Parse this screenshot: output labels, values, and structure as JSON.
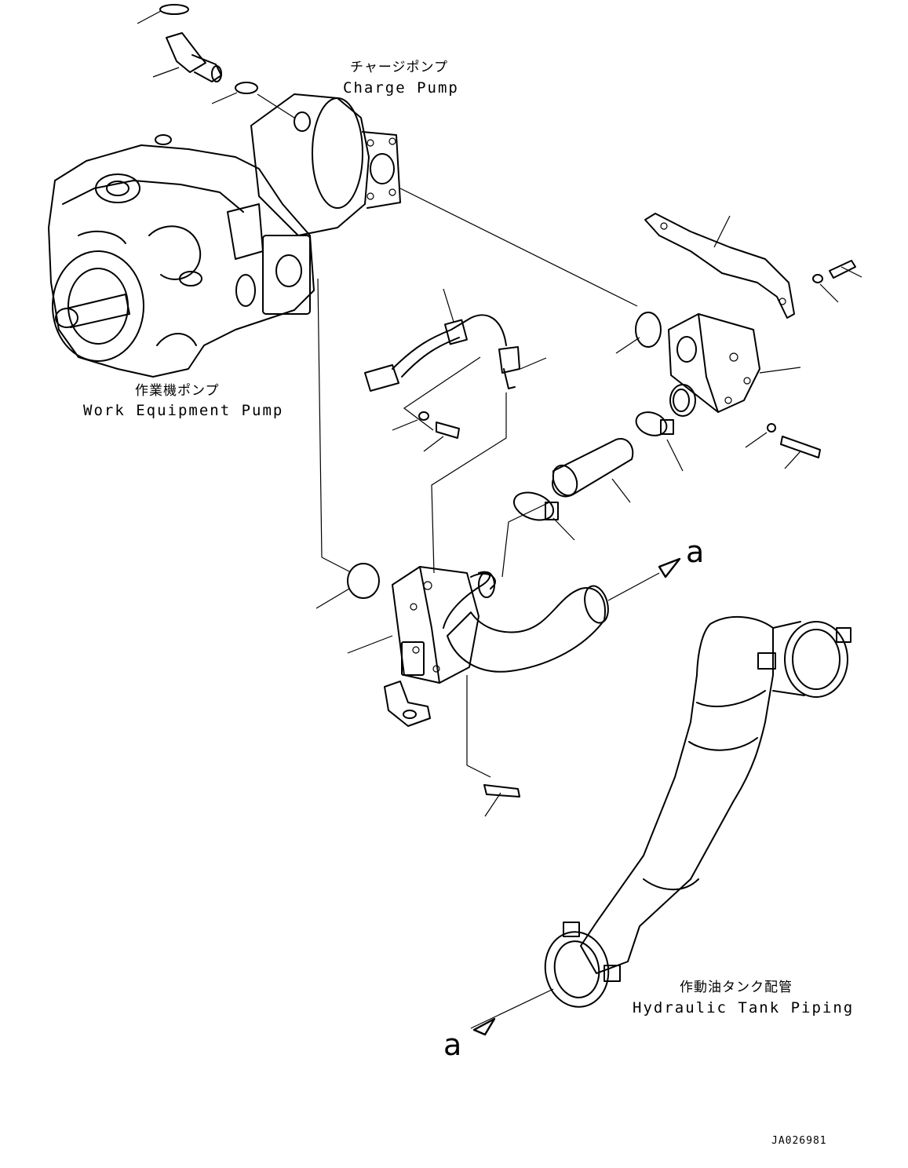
{
  "labels": {
    "charge_pump_jp": "チャージポンプ",
    "charge_pump_en": "Charge Pump",
    "work_pump_jp": "作業機ポンプ",
    "work_pump_en": "Work Equipment Pump",
    "tank_piping_jp": "作動油タンク配管",
    "tank_piping_en": "Hydraulic Tank Piping",
    "ref_a_top": "a",
    "ref_a_bottom": "a",
    "drawing_code": "JA026981"
  }
}
